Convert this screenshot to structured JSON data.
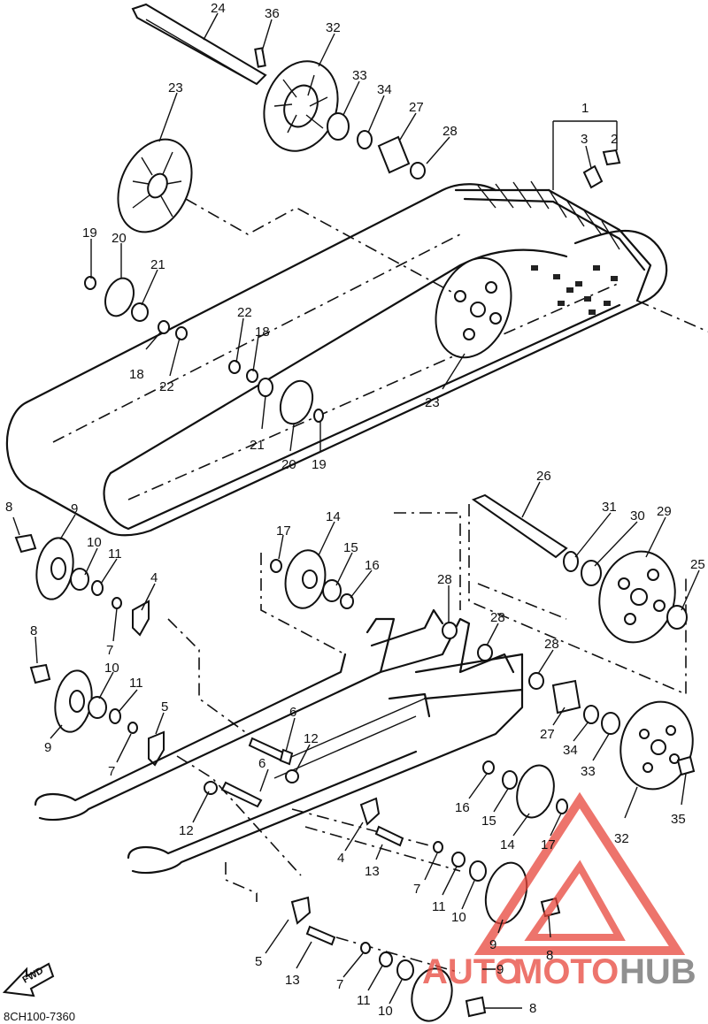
{
  "diagram_code": "8CH100-7360",
  "fwd_label": "FWD",
  "watermark": {
    "part1": "AUTO",
    "part2": "MOTO",
    "part3": "HUB",
    "color_red": "#e8463b",
    "color_grey": "#6b6b6b"
  },
  "callouts": [
    {
      "id": "c24",
      "text": "24"
    },
    {
      "id": "c36",
      "text": "36"
    },
    {
      "id": "c32a",
      "text": "32"
    },
    {
      "id": "c23a",
      "text": "23"
    },
    {
      "id": "c33a",
      "text": "33"
    },
    {
      "id": "c34a",
      "text": "34"
    },
    {
      "id": "c27a",
      "text": "27"
    },
    {
      "id": "c28a",
      "text": "28"
    },
    {
      "id": "c1",
      "text": "1"
    },
    {
      "id": "c3",
      "text": "3"
    },
    {
      "id": "c2",
      "text": "2"
    },
    {
      "id": "c19a",
      "text": "19"
    },
    {
      "id": "c20a",
      "text": "20"
    },
    {
      "id": "c21a",
      "text": "21"
    },
    {
      "id": "c18a",
      "text": "18"
    },
    {
      "id": "c22a",
      "text": "22"
    },
    {
      "id": "c22b",
      "text": "22"
    },
    {
      "id": "c18b",
      "text": "18"
    },
    {
      "id": "c23b",
      "text": "23"
    },
    {
      "id": "c21b",
      "text": "21"
    },
    {
      "id": "c20b",
      "text": "20"
    },
    {
      "id": "c19b",
      "text": "19"
    },
    {
      "id": "c26",
      "text": "26"
    },
    {
      "id": "c31",
      "text": "31"
    },
    {
      "id": "c30",
      "text": "30"
    },
    {
      "id": "c29",
      "text": "29"
    },
    {
      "id": "c25",
      "text": "25"
    },
    {
      "id": "c8a",
      "text": "8"
    },
    {
      "id": "c9a",
      "text": "9"
    },
    {
      "id": "c10a",
      "text": "10"
    },
    {
      "id": "c11a",
      "text": "11"
    },
    {
      "id": "c17a",
      "text": "17"
    },
    {
      "id": "c14a",
      "text": "14"
    },
    {
      "id": "c15a",
      "text": "15"
    },
    {
      "id": "c16a",
      "text": "16"
    },
    {
      "id": "c4a",
      "text": "4"
    },
    {
      "id": "c7a",
      "text": "7"
    },
    {
      "id": "c28b",
      "text": "28"
    },
    {
      "id": "c28c",
      "text": "28"
    },
    {
      "id": "c28d",
      "text": "28"
    },
    {
      "id": "c8b",
      "text": "8"
    },
    {
      "id": "c10b",
      "text": "10"
    },
    {
      "id": "c11b",
      "text": "11"
    },
    {
      "id": "c9b",
      "text": "9"
    },
    {
      "id": "c5a",
      "text": "5"
    },
    {
      "id": "c7b",
      "text": "7"
    },
    {
      "id": "c6a",
      "text": "6"
    },
    {
      "id": "c12a",
      "text": "12"
    },
    {
      "id": "c6b",
      "text": "6"
    },
    {
      "id": "c12b",
      "text": "12"
    },
    {
      "id": "c27b",
      "text": "27"
    },
    {
      "id": "c34b",
      "text": "34"
    },
    {
      "id": "c33b",
      "text": "33"
    },
    {
      "id": "c32b",
      "text": "32"
    },
    {
      "id": "c35",
      "text": "35"
    },
    {
      "id": "c16b",
      "text": "16"
    },
    {
      "id": "c15b",
      "text": "15"
    },
    {
      "id": "c14b",
      "text": "14"
    },
    {
      "id": "c17b",
      "text": "17"
    },
    {
      "id": "c4b",
      "text": "4"
    },
    {
      "id": "c13a",
      "text": "13"
    },
    {
      "id": "c7c",
      "text": "7"
    },
    {
      "id": "c11c",
      "text": "11"
    },
    {
      "id": "c10c",
      "text": "10"
    },
    {
      "id": "c9c",
      "text": "9"
    },
    {
      "id": "c8c",
      "text": "8"
    },
    {
      "id": "c5b",
      "text": "5"
    },
    {
      "id": "c13b",
      "text": "13"
    },
    {
      "id": "c7d",
      "text": "7"
    },
    {
      "id": "c11d",
      "text": "11"
    },
    {
      "id": "c10d",
      "text": "10"
    },
    {
      "id": "c9d",
      "text": "9"
    },
    {
      "id": "c8d",
      "text": "8"
    }
  ]
}
